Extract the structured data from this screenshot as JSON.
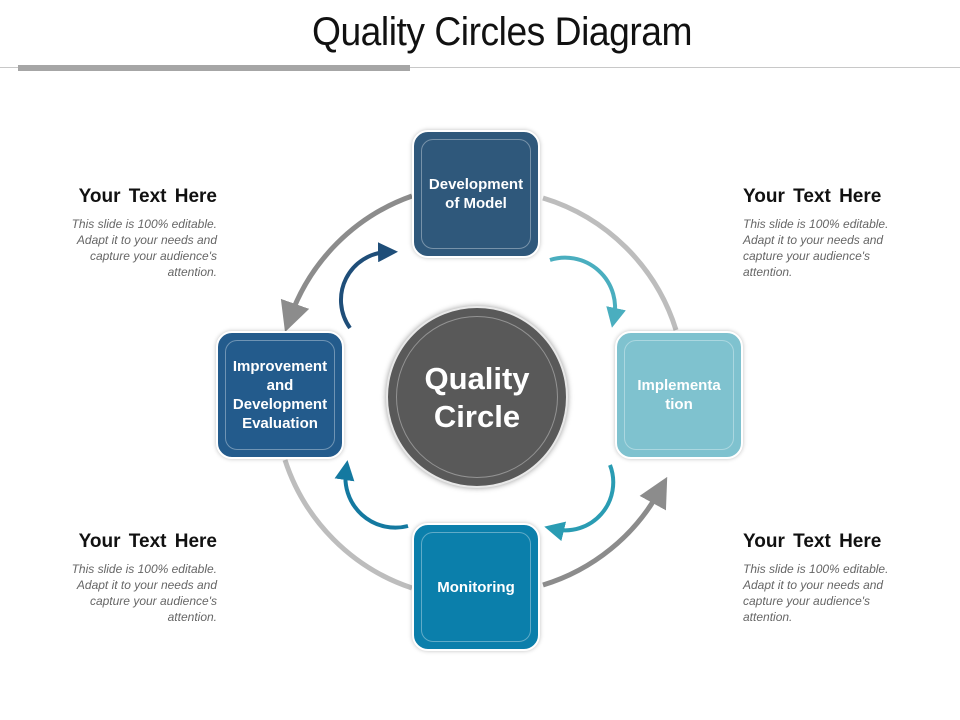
{
  "title": "Quality Circles Diagram",
  "center": {
    "label_line1": "Quality",
    "label_line2": "Circle",
    "color": "#595959"
  },
  "steps": [
    {
      "id": "top",
      "label": "Development of Model",
      "color": "#2f587b"
    },
    {
      "id": "right",
      "label": "Implementa tion",
      "color": "#7fc2cf"
    },
    {
      "id": "bottom",
      "label": "Monitoring",
      "color": "#0b7fab"
    },
    {
      "id": "left",
      "label": "Improvement and Development Evaluation",
      "color": "#235b8c"
    }
  ],
  "text_blocks": [
    {
      "position": "top-left",
      "heading": "Your Text Here",
      "body": "This slide is 100% editable. Adapt it to your needs and capture your audience's attention."
    },
    {
      "position": "top-right",
      "heading": "Your Text Here",
      "body": "This slide is 100% editable. Adapt it to your needs and capture your audience's attention."
    },
    {
      "position": "bottom-left",
      "heading": "Your Text Here",
      "body": "This slide is 100% editable. Adapt it to your needs and capture your audience's attention."
    },
    {
      "position": "bottom-right",
      "heading": "Your Text Here",
      "body": "This slide is 100% editable. Adapt it to your needs and capture your audience's attention."
    }
  ],
  "colors": {
    "outer_arc": "#bdbdbd",
    "outer_arrow": "#8c8c8c",
    "inner_arrow_top_left": "#1f4e79",
    "inner_arrow_top_right": "#4aaebf",
    "inner_arrow_bottom_right": "#2a9cb3",
    "inner_arrow_bottom_left": "#1479a0"
  }
}
